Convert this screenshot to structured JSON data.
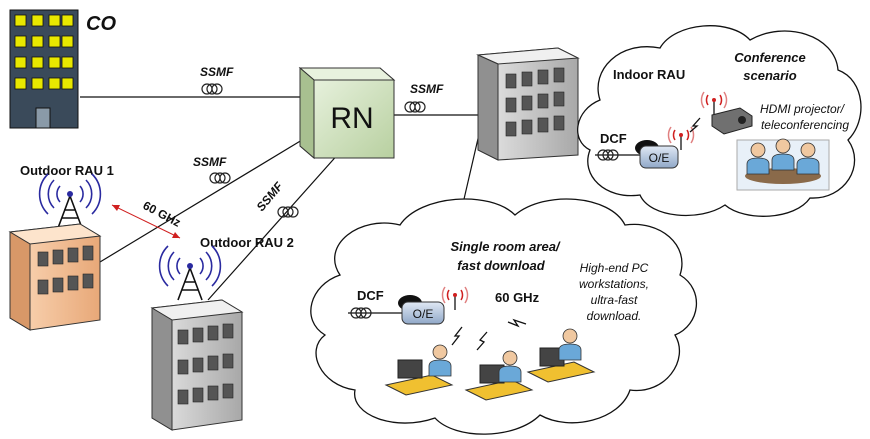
{
  "labels": {
    "co": "CO",
    "rn": "RN",
    "ssmf_1": "SSMF",
    "ssmf_2": "SSMF",
    "ssmf_3": "SSMF",
    "ssmf_4": "SSMF",
    "outdoor_rau_1": "Outdoor RAU 1",
    "outdoor_rau_2": "Outdoor RAU 2",
    "ghz_link": "60 GHz",
    "indoor_rau": "Indoor RAU",
    "conference_line1": "Conference",
    "conference_line2": "scenario",
    "hdmi_line1": "HDMI projector/",
    "hdmi_line2": "teleconferencing",
    "dcf_1": "DCF",
    "oe_1": "O/E",
    "single_room_line1": "Single room area/",
    "single_room_line2": "fast download",
    "dcf_2": "DCF",
    "oe_2": "O/E",
    "ghz_room": "60 GHz",
    "highend_line1": "High-end PC",
    "highend_line2": "workstations,",
    "highend_line3": "ultra-fast",
    "highend_line4": "download."
  },
  "colors": {
    "co_building": "#3a4a5a",
    "co_windows": "#e8e800",
    "rn_box": "#d8e8c8",
    "outdoor_building_1": "#f5c8a0",
    "outdoor_building_2": "#c8c8c8",
    "antenna_waves": "#2a2aa0",
    "wireless_red": "#d02020",
    "oe_fill": "#b8c8e0"
  },
  "icons": [
    "co-building",
    "remote-node-box",
    "office-building",
    "fiber-spool",
    "antenna-tower",
    "oe-converter",
    "wireless-emitter",
    "projector",
    "conference-group",
    "workstation-user"
  ]
}
